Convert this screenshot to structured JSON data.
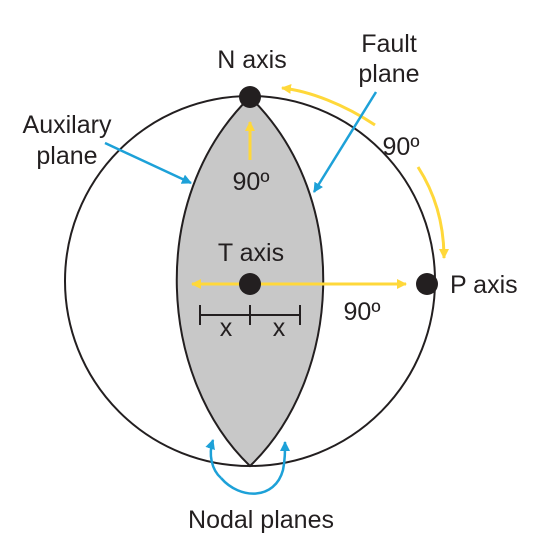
{
  "labels": {
    "n_axis": "N axis",
    "fault_plane_line1": "Fault",
    "fault_plane_line2": "plane",
    "auxiliary_plane_line1": "Auxilary",
    "auxiliary_plane_line2": "plane",
    "angle_top": "90º",
    "angle_upper_right": "90º",
    "t_axis": "T axis",
    "p_axis": "P axis",
    "angle_right": "90º",
    "x_left": "x",
    "x_right": "x",
    "nodal_planes": "Nodal planes"
  },
  "colors": {
    "outline": "#231f20",
    "lens_fill": "#c8c8c8",
    "axis_arrow": "#ffd83a",
    "pointer_arrow": "#1da1d8"
  }
}
